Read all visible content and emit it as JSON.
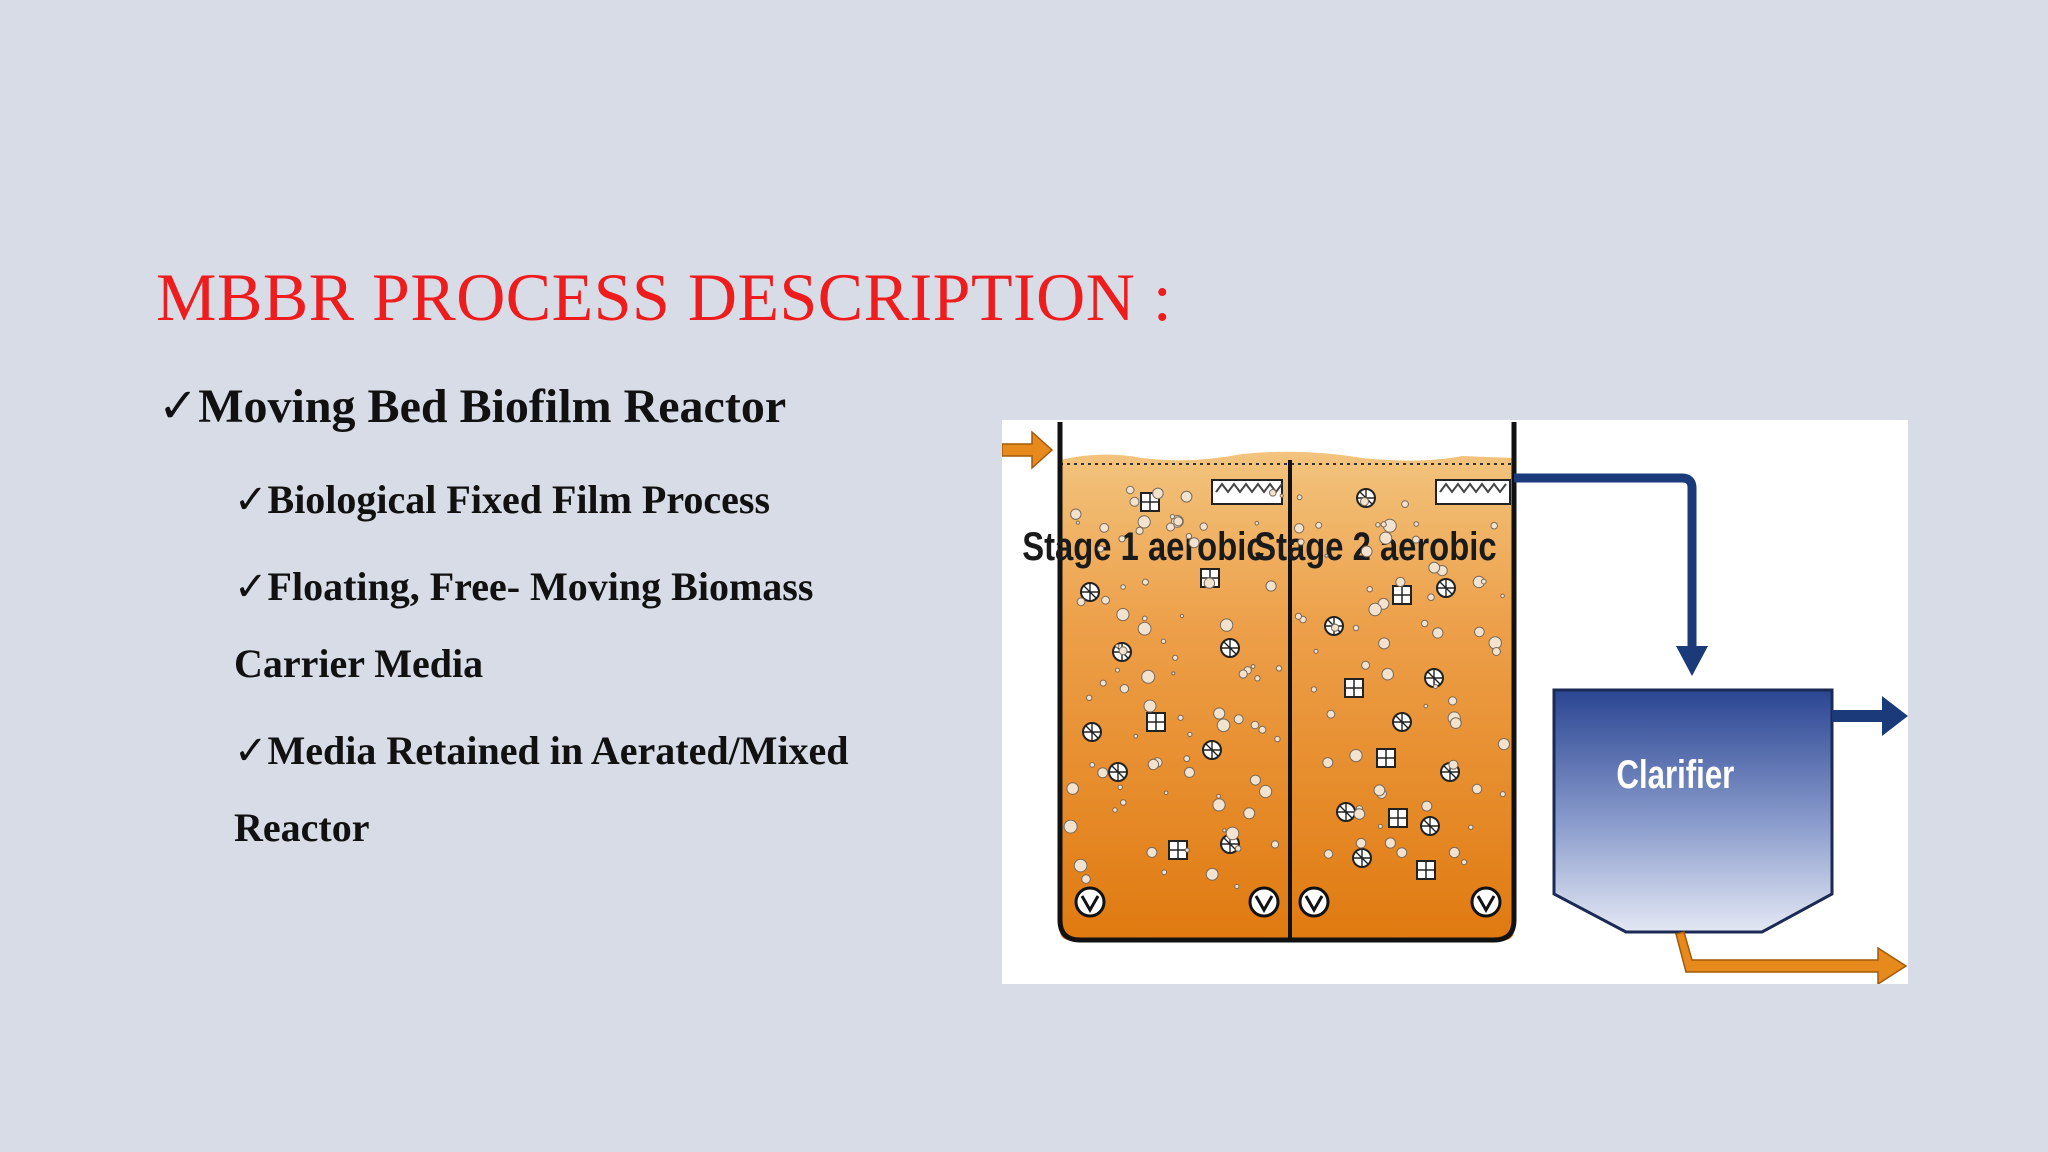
{
  "slide": {
    "title": "MBBR PROCESS DESCRIPTION :",
    "check_glyph": "✓",
    "main_bullet": "Moving Bed Biofilm Reactor",
    "sub_bullets": [
      {
        "line1": "Biological Fixed Film Process"
      },
      {
        "line1": "Floating, Free- Moving Biomass",
        "line2": "Carrier Media"
      },
      {
        "line1": "Media Retained in Aerated/Mixed",
        "line2": "Reactor"
      }
    ],
    "colors": {
      "title": "#ee1c1c",
      "background": "#d7dce6",
      "reactor_fill": "#e9861a",
      "arrow_blue": "#1b3a7a",
      "arrow_orange": "#e68a1e",
      "clarifier_top": "#2a4592",
      "clarifier_bottom": "#e4e8f4"
    }
  },
  "diagram": {
    "stage1_label": "Stage 1 aerobic",
    "stage2_label": "Stage 2 aerobic",
    "clarifier_label": "Clarifier",
    "icons": [
      "inlet-arrow-icon",
      "outlet-arrow-icon",
      "sludge-arrow-icon",
      "aerator-icon",
      "carrier-media-icon",
      "screen-icon"
    ]
  }
}
